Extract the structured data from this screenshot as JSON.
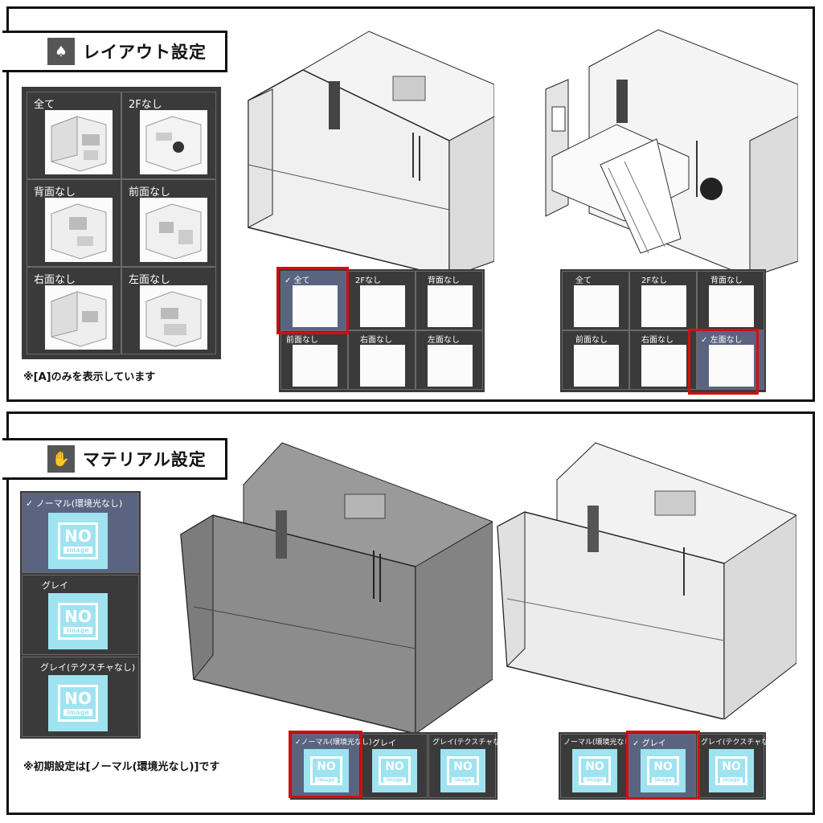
{
  "layout_section": {
    "title": "レイアウト設定",
    "icon": "layout-person-icon",
    "options": [
      "全て",
      "2Fなし",
      "背面なし",
      "前面なし",
      "右面なし",
      "左面なし"
    ],
    "note": "※[A]のみを表示しています",
    "example_left": {
      "selected_label": "全て",
      "check": "✓"
    },
    "example_right": {
      "selected_label": "左面なし",
      "check": "✓"
    }
  },
  "material_section": {
    "title": "マテリアル設定",
    "icon": "material-hand-icon",
    "options": [
      "ノーマル(環境光なし)",
      "グレイ",
      "グレイ(テクスチャなし)"
    ],
    "note": "※初期設定は[ノーマル(環境光なし)]です",
    "thumb_text": "NO",
    "thumb_subtext": "image",
    "check": "✓"
  },
  "colors": {
    "panel": "#3a3a3a",
    "selected": "#5a6480",
    "highlight": "#d01010",
    "noimage": "#9fe3f0"
  }
}
